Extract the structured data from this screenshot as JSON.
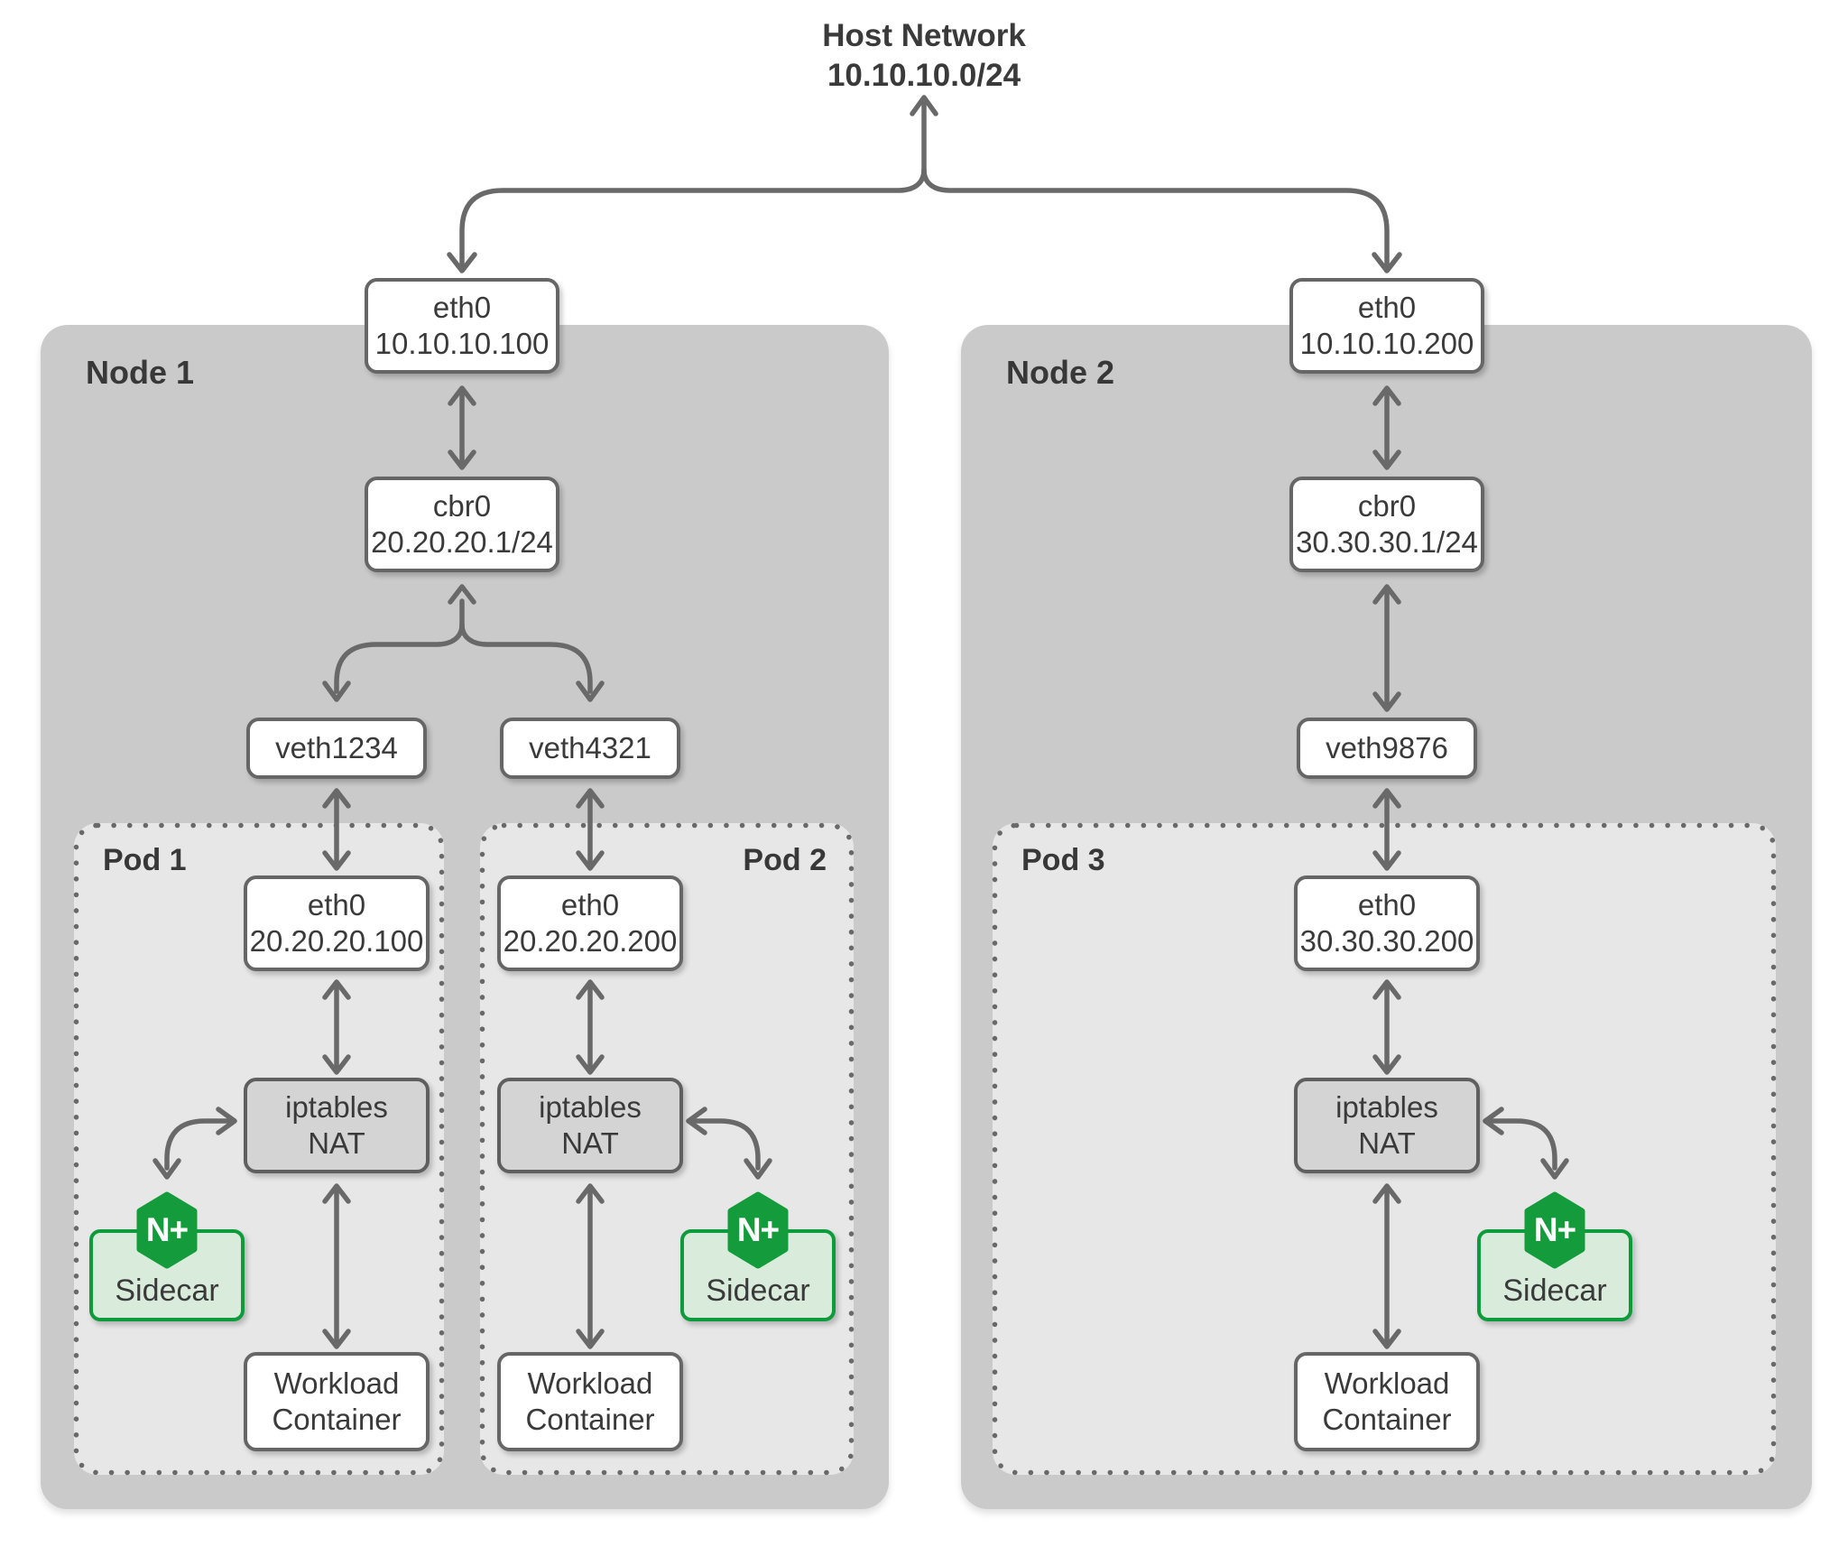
{
  "title": {
    "line1": "Host Network",
    "line2": "10.10.10.0/24"
  },
  "node1": {
    "label": "Node 1",
    "eth0": {
      "name": "eth0",
      "ip": "10.10.10.100"
    },
    "cbr0": {
      "name": "cbr0",
      "ip": "20.20.20.1/24"
    },
    "veth1": "veth1234",
    "veth2": "veth4321"
  },
  "node2": {
    "label": "Node 2",
    "eth0": {
      "name": "eth0",
      "ip": "10.10.10.200"
    },
    "cbr0": {
      "name": "cbr0",
      "ip": "30.30.30.1/24"
    },
    "veth": "veth9876"
  },
  "pod1": {
    "label": "Pod 1",
    "eth0": {
      "name": "eth0",
      "ip": "20.20.20.100"
    },
    "nat": {
      "line1": "iptables",
      "line2": "NAT"
    },
    "sidecar": {
      "badge": "N+",
      "label": "Sidecar"
    },
    "workload": {
      "line1": "Workload",
      "line2": "Container"
    }
  },
  "pod2": {
    "label": "Pod 2",
    "eth0": {
      "name": "eth0",
      "ip": "20.20.20.200"
    },
    "nat": {
      "line1": "iptables",
      "line2": "NAT"
    },
    "sidecar": {
      "badge": "N+",
      "label": "Sidecar"
    },
    "workload": {
      "line1": "Workload",
      "line2": "Container"
    }
  },
  "pod3": {
    "label": "Pod 3",
    "eth0": {
      "name": "eth0",
      "ip": "30.30.30.200"
    },
    "nat": {
      "line1": "iptables",
      "line2": "NAT"
    },
    "sidecar": {
      "badge": "N+",
      "label": "Sidecar"
    },
    "workload": {
      "line1": "Workload",
      "line2": "Container"
    }
  },
  "colors": {
    "nginx_green": "#149b3b",
    "sidecar_fill": "#d9ecdc",
    "sidecar_border": "#0e9b3c",
    "node_fill": "#cacaca",
    "pod_fill": "#e7e7e7",
    "arrow": "#696969",
    "box_border": "#666666",
    "nat_fill": "#d4d4d4",
    "text": "#3a3a3a"
  }
}
